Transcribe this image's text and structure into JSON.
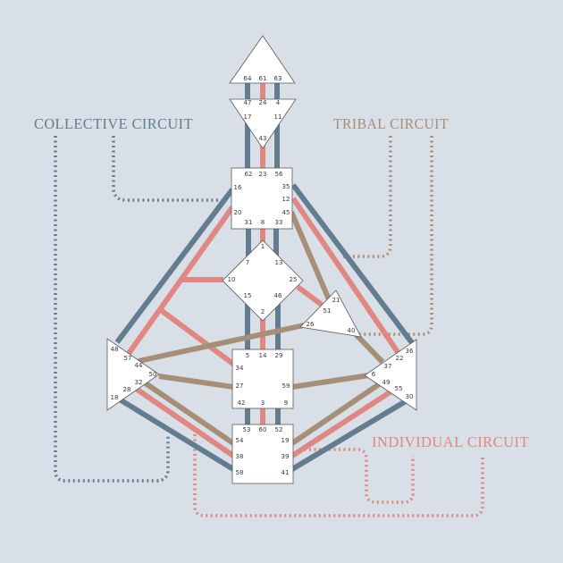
{
  "colors": {
    "background": "#d9dfe6",
    "collective": "#627d8f",
    "tribal": "#a78e78",
    "individual": "#e08784",
    "center_fill": "#ffffff",
    "center_stroke": "#5a5a5a",
    "gate_text": "#3a3a3a"
  },
  "labels": {
    "collective": "COLLECTIVE CIRCUIT",
    "tribal": "TRIBAL CIRCUIT",
    "individual": "INDIVIDUAL CIRCUIT"
  },
  "centers": {
    "head": {
      "gates": [
        "64",
        "61",
        "63"
      ]
    },
    "ajna": {
      "gates": [
        "47",
        "24",
        "4",
        "17",
        "11",
        "43"
      ]
    },
    "throat": {
      "gates": [
        "62",
        "23",
        "56",
        "16",
        "35",
        "12",
        "20",
        "45",
        "31",
        "8",
        "33"
      ]
    },
    "g": {
      "gates": [
        "1",
        "7",
        "13",
        "10",
        "25",
        "15",
        "46",
        "2"
      ]
    },
    "ego": {
      "gates": [
        "21",
        "51",
        "26",
        "40"
      ]
    },
    "spleen": {
      "gates": [
        "48",
        "57",
        "44",
        "50",
        "32",
        "28",
        "18"
      ]
    },
    "sacral": {
      "gates": [
        "5",
        "14",
        "29",
        "34",
        "27",
        "59",
        "42",
        "3",
        "9"
      ]
    },
    "solar_plexus": {
      "gates": [
        "36",
        "22",
        "37",
        "6",
        "49",
        "55",
        "30"
      ]
    },
    "root": {
      "gates": [
        "53",
        "60",
        "52",
        "54",
        "19",
        "38",
        "39",
        "58",
        "41"
      ]
    }
  }
}
